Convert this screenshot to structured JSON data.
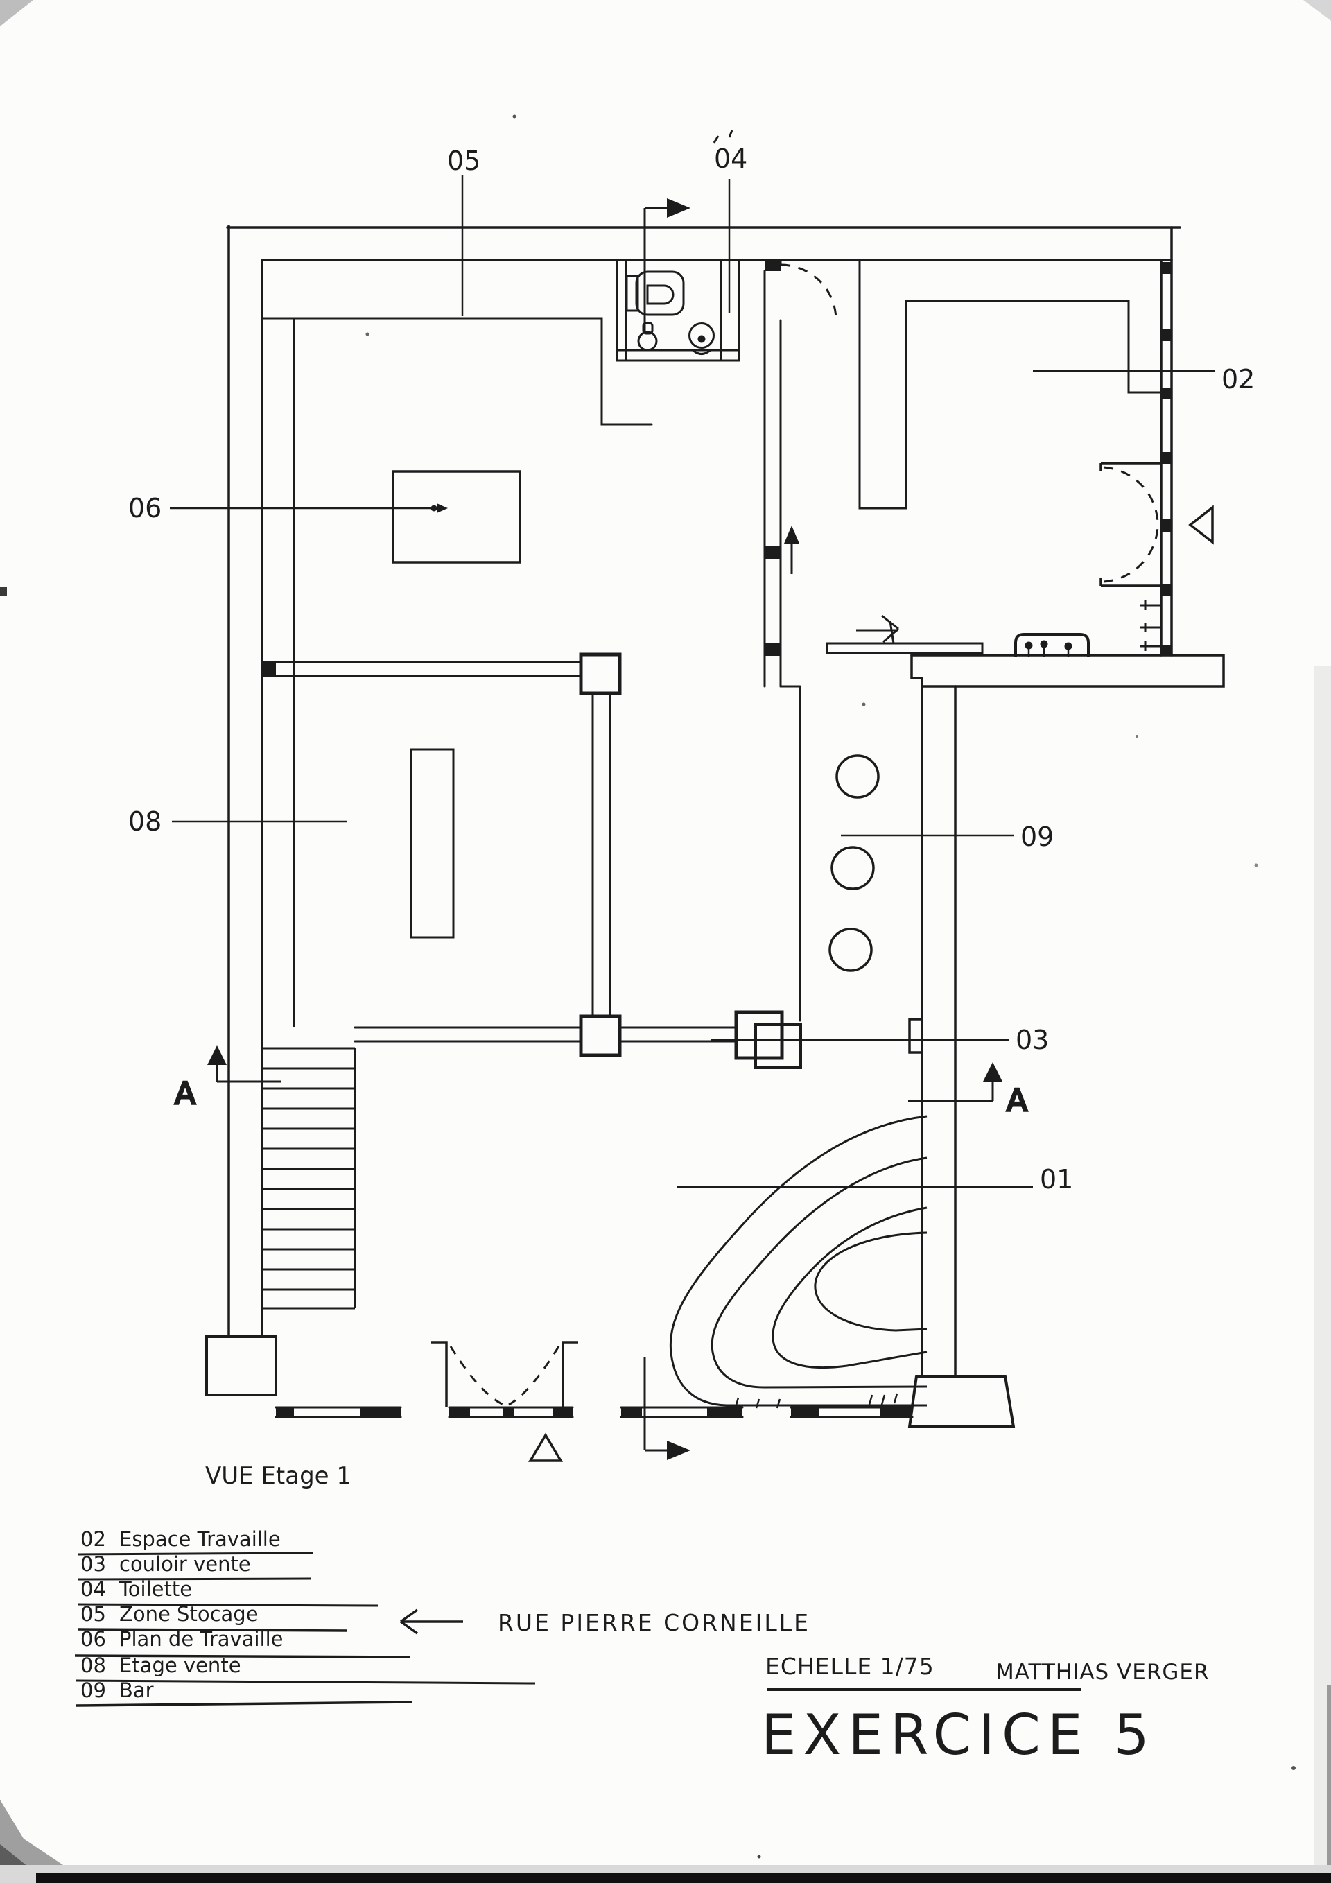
{
  "meta": {
    "sheet_caption": "VUE Etage 1",
    "street_label": "RUE PIERRE CORNEILLE",
    "scale_label": "ECHELLE 1/75",
    "author": "MATTHIAS VERGER",
    "title": "EXERCICE 5"
  },
  "section_markers": {
    "letter": "A"
  },
  "callouts": {
    "c01": "01",
    "c02": "02",
    "c03": "03",
    "c04": "04",
    "c05": "05",
    "c06": "06",
    "c08": "08",
    "c09": "09"
  },
  "legend": {
    "items": [
      {
        "num": "02",
        "label": "Espace Travaille"
      },
      {
        "num": "03",
        "label": "couloir vente"
      },
      {
        "num": "04",
        "label": "Toilette"
      },
      {
        "num": "05",
        "label": "Zone Stocage"
      },
      {
        "num": "06",
        "label": "Plan de Travaille"
      },
      {
        "num": "08",
        "label": "Etage vente"
      },
      {
        "num": "09",
        "label": "Bar"
      }
    ]
  },
  "colors": {
    "ink": "#1c1c1c",
    "paper": "#fcfcfb",
    "scan_edge": "#111111"
  }
}
